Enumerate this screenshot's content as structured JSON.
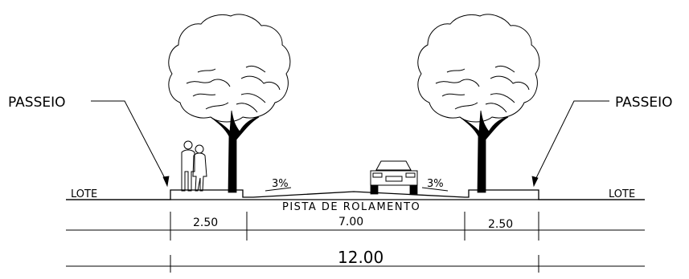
{
  "labels": {
    "passeio_left": "PASSEIO",
    "passeio_right": "PASSEIO",
    "lote_left": "LOTE",
    "lote_right": "LOTE",
    "pista": "PISTA DE ROLAMENTO",
    "slope_left": "3%",
    "slope_right": "3%"
  },
  "dimensions": {
    "sidewalk_left": "2.50",
    "carriageway": "7.00",
    "sidewalk_right": "2.50",
    "total": "12.00"
  }
}
